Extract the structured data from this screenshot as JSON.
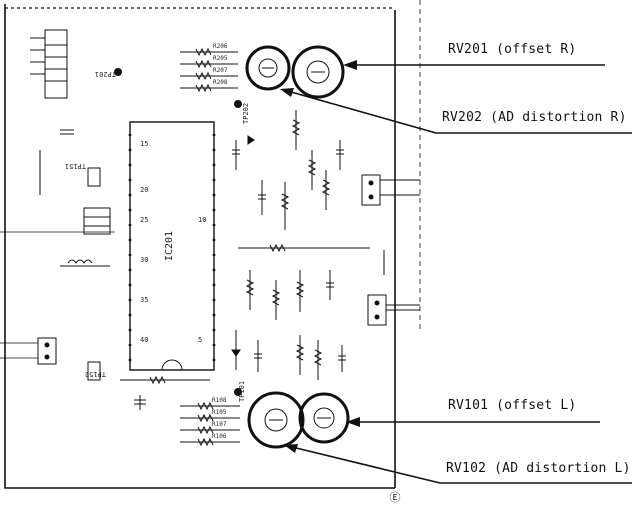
{
  "callouts": {
    "rv201": "RV201 (offset R)",
    "rv202": "RV202 (AD distortion R)",
    "rv101": "RV101 (offset L)",
    "rv102": "RV102 (AD distortion L)"
  },
  "board": {
    "ic_label": "IC201",
    "test_points": {
      "tp201": "TP201",
      "tp202": "TP202",
      "tp101": "TP101",
      "tp151": "TP151",
      "tp152": "TP152"
    },
    "resistor_labels_top": [
      "R206",
      "R205",
      "R207",
      "R208"
    ],
    "resistor_labels_bottom": [
      "R108",
      "R105",
      "R107",
      "R106"
    ],
    "pin_numbers_left": [
      "15",
      "20",
      "25",
      "30",
      "35",
      "40"
    ],
    "pin_numbers_right": [
      "10",
      "5"
    ],
    "page_mark": "Ⓔ"
  }
}
